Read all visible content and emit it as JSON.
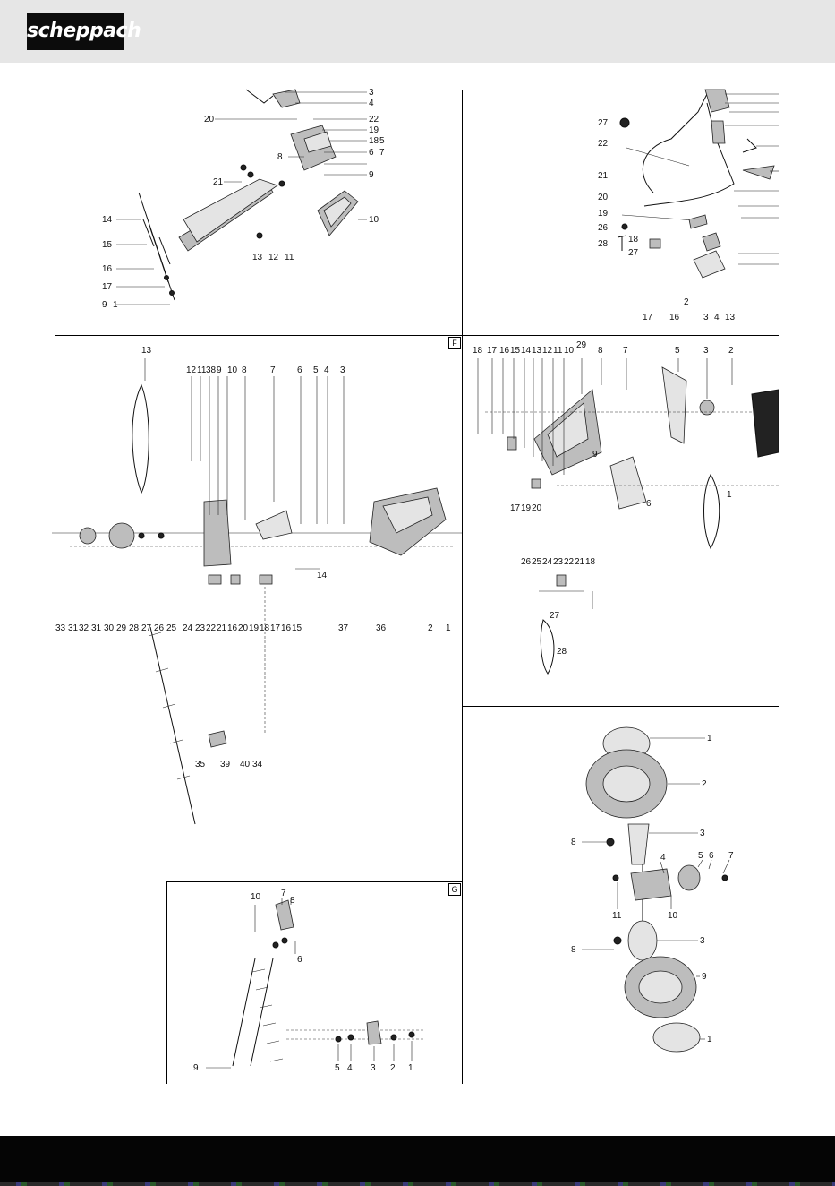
{
  "header": {
    "brand": "scheppach"
  },
  "sections": {
    "F": {
      "tag": "F"
    },
    "G": {
      "tag": "G"
    }
  },
  "labels": {
    "top_left": [
      "3",
      "4",
      "20",
      "22",
      "19",
      "18",
      "5",
      "6",
      "7",
      "8",
      "9",
      "21",
      "13",
      "12",
      "11",
      "10",
      "14",
      "15",
      "16",
      "17",
      "9",
      "1"
    ],
    "top_right": [
      "27",
      "22",
      "21",
      "20",
      "19",
      "26",
      "18",
      "28",
      "27",
      "17",
      "16",
      "2",
      "3",
      "4",
      "13"
    ],
    "section_f": [
      "13",
      "12",
      "11",
      "38",
      "9",
      "10",
      "8",
      "7",
      "6",
      "5",
      "4",
      "3",
      "14",
      "1",
      "2",
      "36",
      "37",
      "15",
      "16",
      "17",
      "18",
      "19",
      "20",
      "16",
      "21",
      "22",
      "23",
      "24",
      "25",
      "26",
      "27",
      "28",
      "29",
      "30",
      "31",
      "32",
      "31",
      "33",
      "35",
      "39",
      "40",
      "34"
    ],
    "mid_right": [
      "29",
      "18",
      "17",
      "16",
      "15",
      "14",
      "13",
      "12",
      "11",
      "10",
      "8",
      "7",
      "5",
      "3",
      "2",
      "9",
      "20",
      "19",
      "17",
      "6",
      "1",
      "26",
      "25",
      "24",
      "23",
      "22",
      "21",
      "18",
      "27",
      "28"
    ],
    "wheel": [
      "1",
      "2",
      "3",
      "8",
      "4",
      "5",
      "6",
      "7",
      "11",
      "10",
      "3",
      "8",
      "9",
      "1"
    ],
    "section_g": [
      "10",
      "7",
      "8",
      "6",
      "9",
      "5",
      "4",
      "3",
      "2",
      "1"
    ]
  }
}
